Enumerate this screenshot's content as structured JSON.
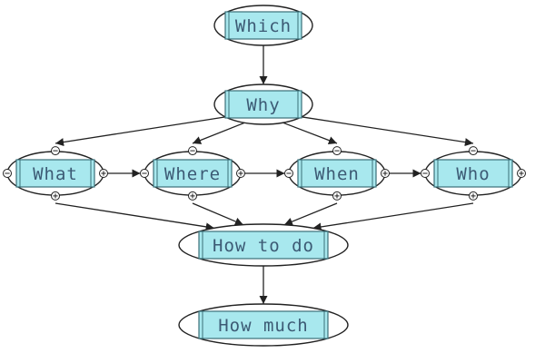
{
  "diagram": {
    "nodes": [
      {
        "id": "which",
        "label": "Which"
      },
      {
        "id": "why",
        "label": "Why"
      },
      {
        "id": "what",
        "label": "What"
      },
      {
        "id": "where",
        "label": "Where"
      },
      {
        "id": "when",
        "label": "When"
      },
      {
        "id": "who",
        "label": "Who"
      },
      {
        "id": "how_to_do",
        "label": "How to do"
      },
      {
        "id": "how_much",
        "label": "How much"
      }
    ],
    "edges": [
      {
        "from": "which",
        "to": "why"
      },
      {
        "from": "why",
        "to": "what"
      },
      {
        "from": "why",
        "to": "where"
      },
      {
        "from": "why",
        "to": "when"
      },
      {
        "from": "why",
        "to": "who"
      },
      {
        "from": "what",
        "to": "where"
      },
      {
        "from": "where",
        "to": "when"
      },
      {
        "from": "when",
        "to": "who"
      },
      {
        "from": "what",
        "to": "how_to_do"
      },
      {
        "from": "where",
        "to": "how_to_do"
      },
      {
        "from": "when",
        "to": "how_to_do"
      },
      {
        "from": "who",
        "to": "how_to_do"
      },
      {
        "from": "how_to_do",
        "to": "how_much"
      }
    ]
  }
}
